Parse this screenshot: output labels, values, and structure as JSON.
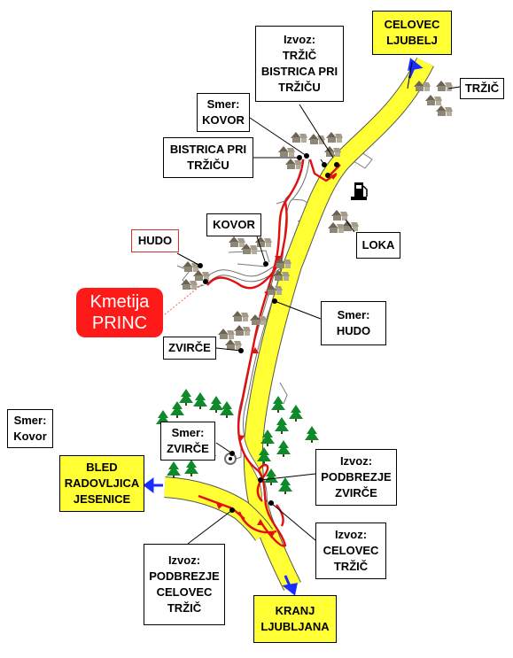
{
  "colors": {
    "road": "#ffff33",
    "road_edge": "#555555",
    "route": "#e01010",
    "exit_arrow": "#1a2dff",
    "tree": "#0d8a2a",
    "brand": "#ff1a1a"
  },
  "icons": [
    "house-icon",
    "tree-icon",
    "fuel-station-icon",
    "direction-arrow-icon"
  ],
  "labels": {
    "celovec": [
      "CELOVEC",
      "LJUBELJ"
    ],
    "izvoz_trzic": [
      "Izvoz:",
      "TRŽIČ",
      "BISTRICA PRI",
      "TRŽIČU"
    ],
    "trzic": "TRŽIČ",
    "smer_kovor": [
      "Smer:",
      "KOVOR"
    ],
    "bistrica": [
      "BISTRICA PRI",
      "TRŽIČU"
    ],
    "kovor": "KOVOR",
    "hudo": "HUDO",
    "loka": "LOKA",
    "kmetija": [
      "Kmetija",
      "PRINC"
    ],
    "smer_hudo": [
      "Smer:",
      "HUDO"
    ],
    "zvirce": "ZVIRČE",
    "smer_kovor2": [
      "Smer:",
      "Kovor"
    ],
    "smer_zvirce": [
      "Smer:",
      "ZVIRČE"
    ],
    "bled": [
      "BLED",
      "RADOVLJICA",
      "JESENICE"
    ],
    "izvoz_podbrezje_zvirce": [
      "Izvoz:",
      "PODBREZJE",
      "ZVIRČE"
    ],
    "izvoz_celovec_trzic": [
      "Izvoz:",
      "CELOVEC",
      "TRŽIČ"
    ],
    "izvoz_podbrezje_celovec": [
      "Izvoz:",
      "PODBREZJE",
      "CELOVEC",
      "TRŽIČ"
    ],
    "kranj": [
      "KRANJ",
      "LJUBLJANA"
    ]
  }
}
